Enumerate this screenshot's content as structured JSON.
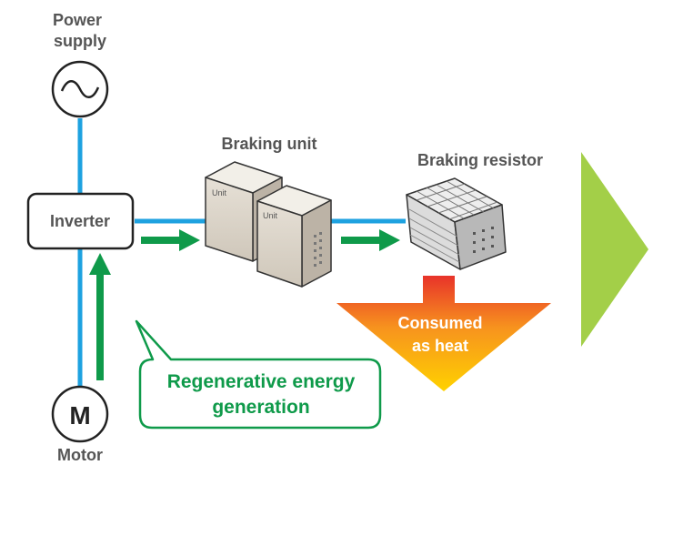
{
  "labels": {
    "power_supply": [
      "Power",
      "supply"
    ],
    "inverter": "Inverter",
    "motor_symbol": "M",
    "motor": "Motor",
    "braking_unit": "Braking unit",
    "unit_tag_1": "Unit",
    "unit_tag_2": "Unit",
    "braking_resistor": "Braking resistor",
    "consumed": [
      "Consumed",
      "as heat"
    ],
    "regen": [
      "Regenerative energy",
      "generation"
    ]
  },
  "colors": {
    "wire": "#1ea2e0",
    "flow_arrow": "#0f9a4a",
    "callout_text": "#0f9a4a",
    "heat_top": "#e8332a",
    "heat_mid": "#f7931e",
    "heat_bottom": "#ffd200",
    "next_arrow": "#a3cf48",
    "label_text": "#555555"
  },
  "icons": {
    "power_source": "ac-sine-wave-icon",
    "motor": "motor-m-icon"
  }
}
